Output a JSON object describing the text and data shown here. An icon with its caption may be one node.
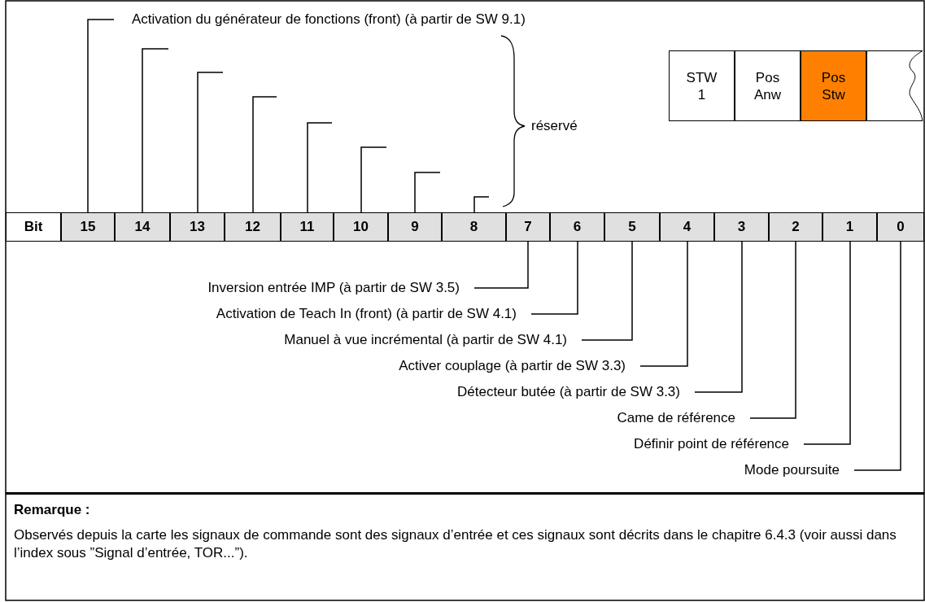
{
  "diagram": {
    "nodes": [
      {
        "text": [
          "Activation du générateur de fonctions (front) (à partir de SW 9.1)"
        ]
      },
      {
        "text": [
          "STW 1"
        ]
      },
      {
        "text": [
          "Pos Anw"
        ]
      },
      {
        "text": [
          "Pos Stw"
        ]
      },
      {
        "text": [],
        "shape": "box"
      },
      {
        "text": [
          "Bit"
        ]
      },
      {
        "text": [
          "15"
        ]
      },
      {
        "text": [
          "14"
        ]
      },
      {
        "text": [
          "13"
        ]
      },
      {
        "text": [
          "12"
        ]
      },
      {
        "text": [
          "11"
        ]
      },
      {
        "text": [
          "10"
        ]
      },
      {
        "text": [
          "9"
        ]
      },
      {
        "text": [
          "8"
        ]
      },
      {
        "text": [
          "7"
        ]
      },
      {
        "text": [
          "6"
        ]
      },
      {
        "text": [
          "5"
        ]
      },
      {
        "text": [
          "4"
        ]
      },
      {
        "text": [
          "3"
        ]
      },
      {
        "text": [
          "2"
        ]
      },
      {
        "text": [
          "1"
        ]
      },
      {
        "text": [
          "0"
        ]
      },
      {
        "text": [
          "Inversion entrée IMP (à partir de SW 3.5)"
        ]
      },
      {
        "text": [
          "Activation de Teach In (front) (à partir de SW 4.1)"
        ]
      },
      {
        "text": [
          "Manuel à vue incrémental (à partir de SW 4.1)"
        ]
      },
      {
        "text": [
          "Activer couplage (à partir de SW 3.3)"
        ]
      },
      {
        "text": [
          "Détecteur butée (à partir de SW 3.3)"
        ]
      },
      {
        "text": [
          "Came de référence"
        ]
      },
      {
        "text": [
          "Définir point de référence"
        ]
      },
      {
        "text": [
          "Mode poursuite"
        ]
      },
      {
        "text": [
          "Remarque :",
          "Observés depuis la carte les signaux de commande sont des signaux d’entrée et ces signaux sont décrits dans le chapitre 6.4.3 (voir aussi dans l’index sous ”Signal d’entrée, TOR...”)."
        ]
      }
    ],
    "edges": [
      {
        "from": 0,
        "to": 6,
        "arrow": "none"
      },
      {
        "from": null,
        "to": 7,
        "arrow": "none"
      },
      {
        "from": null,
        "to": 8,
        "arrow": "none"
      },
      {
        "from": null,
        "to": 9,
        "arrow": "none"
      },
      {
        "from": null,
        "to": 10,
        "arrow": "none"
      },
      {
        "from": null,
        "to": 11,
        "arrow": "none"
      },
      {
        "from": null,
        "to": 12,
        "arrow": "none"
      },
      {
        "from": null,
        "to": 13,
        "arrow": "none"
      },
      {
        "from": 22,
        "to": 14,
        "arrow": "none"
      },
      {
        "from": 23,
        "to": 15,
        "arrow": "none"
      },
      {
        "from": 24,
        "to": 16,
        "arrow": "none"
      },
      {
        "from": 25,
        "to": 17,
        "arrow": "none"
      },
      {
        "from": 26,
        "to": 18,
        "arrow": "none"
      },
      {
        "from": 27,
        "to": 19,
        "arrow": "none"
      },
      {
        "from": 28,
        "to": 20,
        "arrow": "none"
      },
      {
        "from": 29,
        "to": 21,
        "arrow": "none"
      }
    ],
    "labels": [
      "réservé"
    ]
  }
}
